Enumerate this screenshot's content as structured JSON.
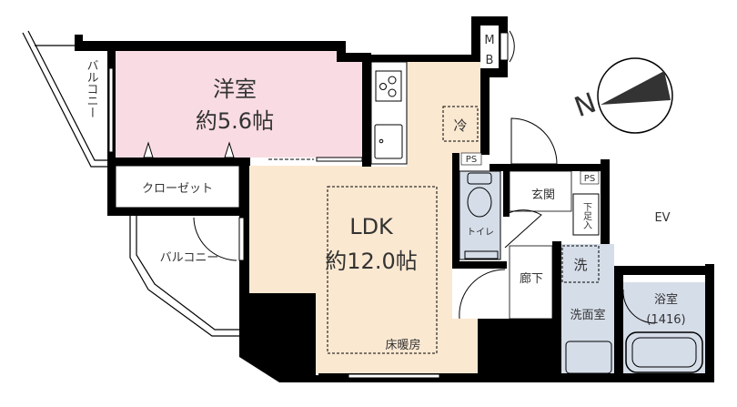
{
  "floorplan": {
    "rooms": {
      "western_room": {
        "name": "洋室",
        "size": "約5.6帖"
      },
      "ldk": {
        "name": "LDK",
        "size": "約12.0帖",
        "floor_heating": "床暖房"
      },
      "closet": "クローゼット",
      "balcony_top": "バルコニー",
      "balcony_bottom": "バルコニー",
      "toilet": "トイレ",
      "entrance": "玄関",
      "shoe_cabinet": "下足入",
      "hallway": "廊下",
      "washroom": "洗面室",
      "washer": "洗",
      "bathroom": {
        "name": "浴室",
        "size": "(1416)"
      },
      "fridge": "冷",
      "ps_1": "PS",
      "ps_2": "PS",
      "mb_1": "M",
      "mb_2": "B",
      "elevator": "EV"
    },
    "compass": {
      "north_label": "N"
    },
    "colors": {
      "western": "#f9dce3",
      "ldk": "#fbe8d1",
      "wet": "#d5dde8",
      "wall": "#000000"
    }
  }
}
